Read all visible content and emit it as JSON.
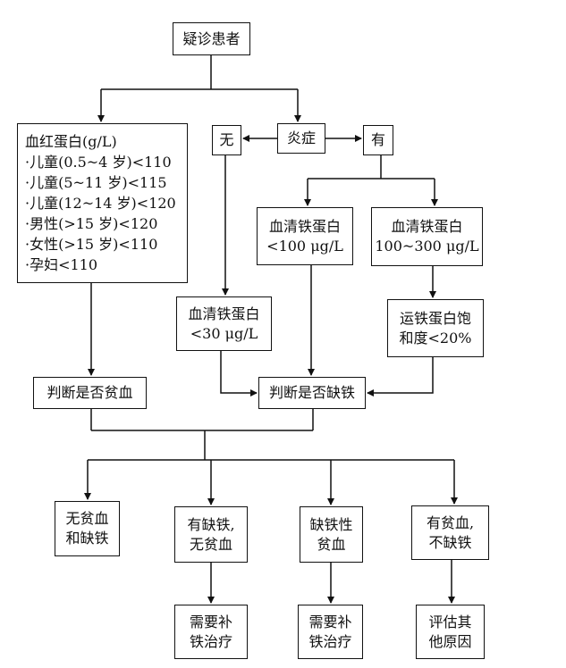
{
  "nodes": {
    "suspect": "疑诊患者",
    "hb": {
      "title": "血红蛋白(g/L)",
      "items": [
        "·儿童(0.5~4 岁)<110",
        "·儿童(5~11 岁)<115",
        "·儿童(12~14 岁)<120",
        "·男性(>15 岁)<120",
        "·女性(>15 岁)<110",
        "·孕妇<110"
      ]
    },
    "inflammation": "炎症",
    "no": "无",
    "yes": "有",
    "ferritin_low": [
      "血清铁蛋白",
      "<100 μg/L"
    ],
    "ferritin_mid": [
      "血清铁蛋白",
      "100~300 μg/L"
    ],
    "ferritin_30": [
      "血清铁蛋白",
      "<30 μg/L"
    ],
    "tsat": [
      "运铁蛋白饱",
      "和度<20%"
    ],
    "judge_anemia": "判断是否贫血",
    "judge_iron": "判断是否缺铁",
    "out1": [
      "无贫血",
      "和缺铁"
    ],
    "out2": [
      "有缺铁,",
      "无贫血"
    ],
    "out3": [
      "缺铁性",
      "贫血"
    ],
    "out4": [
      "有贫血,",
      "不缺铁"
    ],
    "action1": [
      "需要补",
      "铁治疗"
    ],
    "action2": [
      "需要补",
      "铁治疗"
    ],
    "action3": [
      "评估其",
      "他原因"
    ]
  }
}
